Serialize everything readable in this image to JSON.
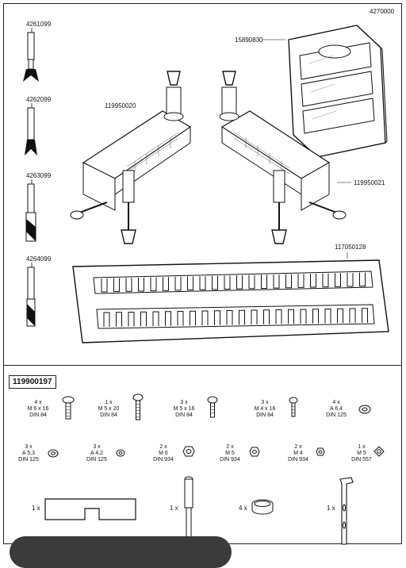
{
  "doc_number": "4270000",
  "bits": [
    {
      "part": "4261099"
    },
    {
      "part": "4262099"
    },
    {
      "part": "4263099"
    },
    {
      "part": "4264099"
    }
  ],
  "parts": {
    "case": "15890830",
    "clamp_left": "119950020",
    "clamp_right": "119950021",
    "template": "117050128"
  },
  "hardware_set": {
    "id": "119900197",
    "row1": [
      {
        "qty": "4 x",
        "size": "M 6 x 16",
        "norm": "DIN 84"
      },
      {
        "qty": "1 x",
        "size": "M 5 x 20",
        "norm": "DIN 84"
      },
      {
        "qty": "3 x",
        "size": "M 5 x 16",
        "norm": "DIN 84"
      },
      {
        "qty": "3 x",
        "size": "M 4 x 16",
        "norm": "DIN 84"
      },
      {
        "qty": "4 x",
        "size": "A 6,4",
        "norm": "DIN 125"
      }
    ],
    "row2": [
      {
        "qty": "3 x",
        "size": "A 5,3",
        "norm": "DIN 125"
      },
      {
        "qty": "3 x",
        "size": "A 4,2",
        "norm": "DIN 125"
      },
      {
        "qty": "2 x",
        "size": "M 6",
        "norm": "DIN 934"
      },
      {
        "qty": "2 x",
        "size": "M 5",
        "norm": "DIN 934"
      },
      {
        "qty": "2 x",
        "size": "M 4",
        "norm": "DIN 934"
      },
      {
        "qty": "1 x",
        "size": "M 5",
        "norm": "DIN 557"
      }
    ],
    "row3": [
      {
        "qty": "1 x"
      },
      {
        "qty": "1 x"
      },
      {
        "qty": "4 x"
      },
      {
        "qty": "1 x"
      }
    ]
  }
}
